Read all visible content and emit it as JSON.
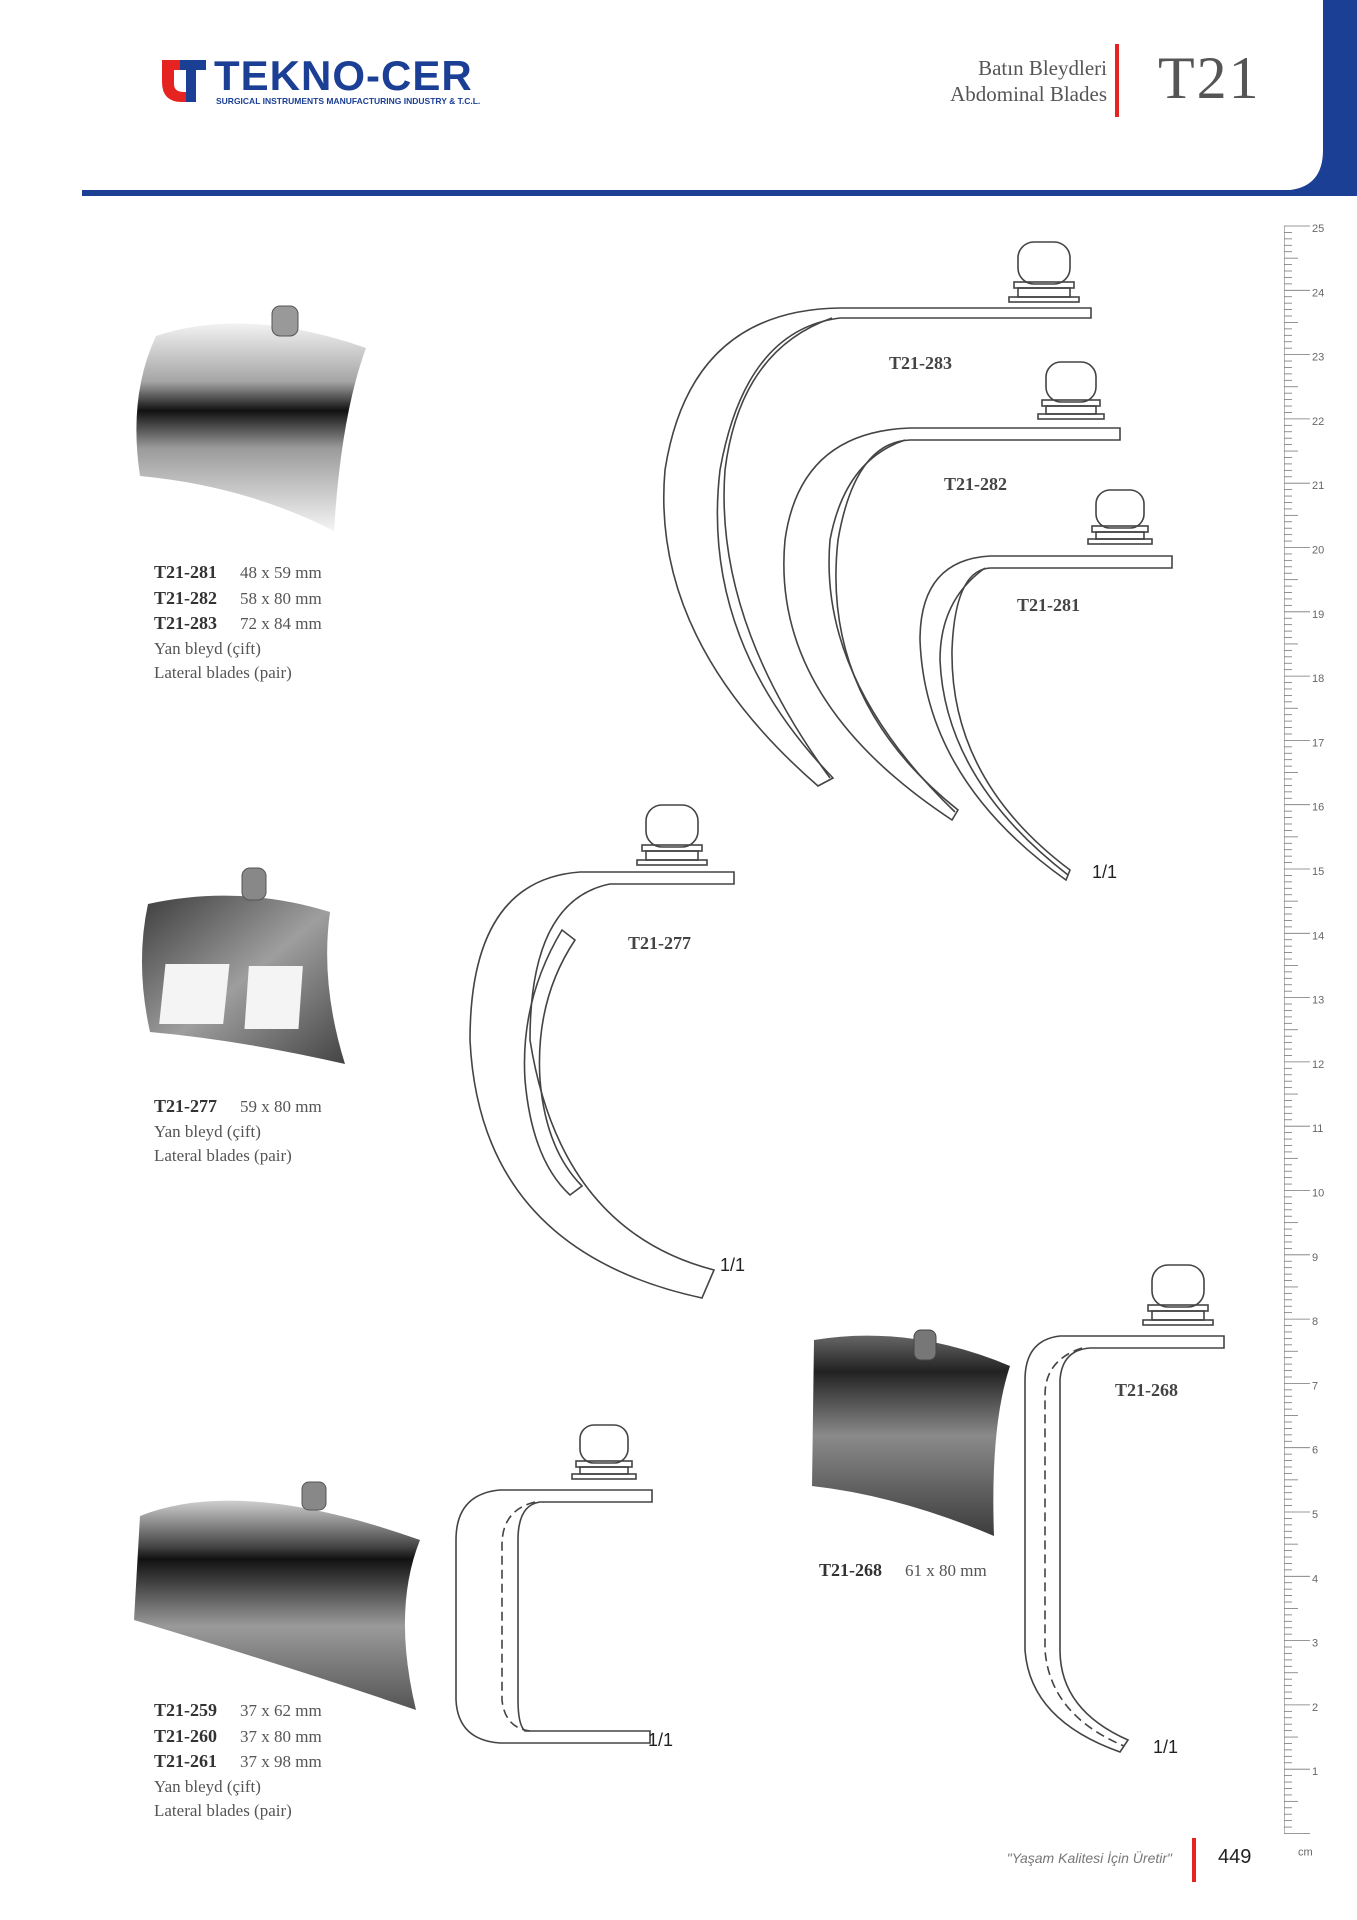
{
  "brand": {
    "name": "TEKNO-CER",
    "tagline": "SURGICAL INSTRUMENTS MANUFACTURING INDUSTRY & T.C.L.",
    "primary_color": "#1b3f95",
    "accent_color": "#e52421"
  },
  "header": {
    "title_tr": "Batın Bleydleri",
    "title_en": "Abdominal Blades",
    "section_code": "T21"
  },
  "products": [
    {
      "drawing_labels": [
        "T21-283",
        "T21-282",
        "T21-281"
      ],
      "scale": "1/1",
      "caption": {
        "items": [
          {
            "code": "T21-281",
            "size": "48 x 59 mm"
          },
          {
            "code": "T21-282",
            "size": "58 x 80 mm"
          },
          {
            "code": "T21-283",
            "size": "72 x 84 mm"
          }
        ],
        "desc_tr": "Yan bleyd (çift)",
        "desc_en": "Lateral blades (pair)"
      }
    },
    {
      "drawing_labels": [
        "T21-277"
      ],
      "scale": "1/1",
      "caption": {
        "items": [
          {
            "code": "T21-277",
            "size": "59 x 80 mm"
          }
        ],
        "desc_tr": "Yan bleyd (çift)",
        "desc_en": "Lateral blades (pair)"
      }
    },
    {
      "drawing_labels": [
        "T21-268"
      ],
      "scale": "1/1",
      "caption": {
        "items": [
          {
            "code": "T21-268",
            "size": "61 x 80 mm"
          }
        ]
      }
    },
    {
      "drawing_labels": [],
      "scale": "1/1",
      "caption": {
        "items": [
          {
            "code": "T21-259",
            "size": "37 x 62 mm"
          },
          {
            "code": "T21-260",
            "size": "37 x 80 mm"
          },
          {
            "code": "T21-261",
            "size": "37 x 98 mm"
          }
        ],
        "desc_tr": "Yan bleyd (çift)",
        "desc_en": "Lateral blades (pair)"
      }
    }
  ],
  "ruler": {
    "unit": "cm",
    "labels": [
      "25",
      "24",
      "23",
      "22",
      "21",
      "20",
      "19",
      "18",
      "17",
      "16",
      "15",
      "14",
      "13",
      "12",
      "11",
      "10",
      "9",
      "8",
      "7",
      "6",
      "5",
      "4",
      "3",
      "2",
      "1"
    ]
  },
  "footer": {
    "slogan": "\"Yaşam Kalitesi İçin Üretir\"",
    "page_number": "449"
  }
}
